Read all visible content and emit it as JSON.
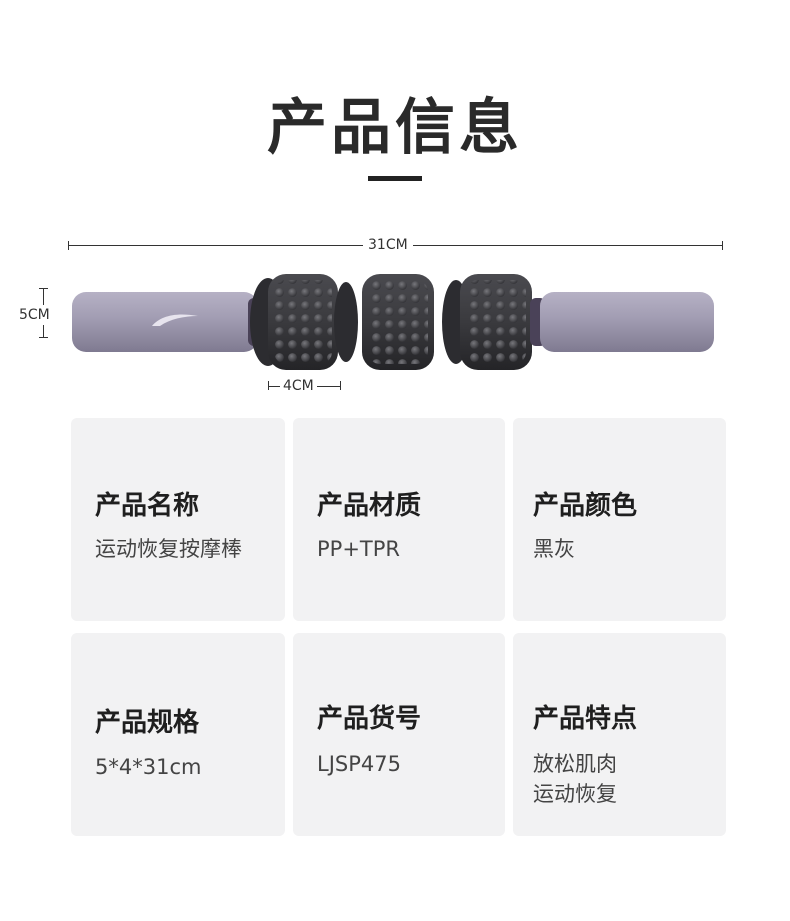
{
  "heading": {
    "title": "产品信息"
  },
  "dimensions": {
    "length": "31CM",
    "height": "5CM",
    "roller": "4CM"
  },
  "colors": {
    "handle": "#9d98ae",
    "roller": "#3a3a3e",
    "card_bg": "#f2f2f3"
  },
  "logo_icon": "brand-logo-icon",
  "cards": [
    {
      "title": "产品名称",
      "lines": [
        "运动恢复按摩棒"
      ]
    },
    {
      "title": "产品材质",
      "lines": [
        "PP+TPR"
      ]
    },
    {
      "title": "产品颜色",
      "lines": [
        "黑灰"
      ]
    },
    {
      "title": "产品规格",
      "lines": [
        "5*4*31cm"
      ]
    },
    {
      "title": "产品货号",
      "lines": [
        "LJSP475"
      ]
    },
    {
      "title": "产品特点",
      "lines": [
        "放松肌肉",
        "运动恢复"
      ]
    }
  ]
}
